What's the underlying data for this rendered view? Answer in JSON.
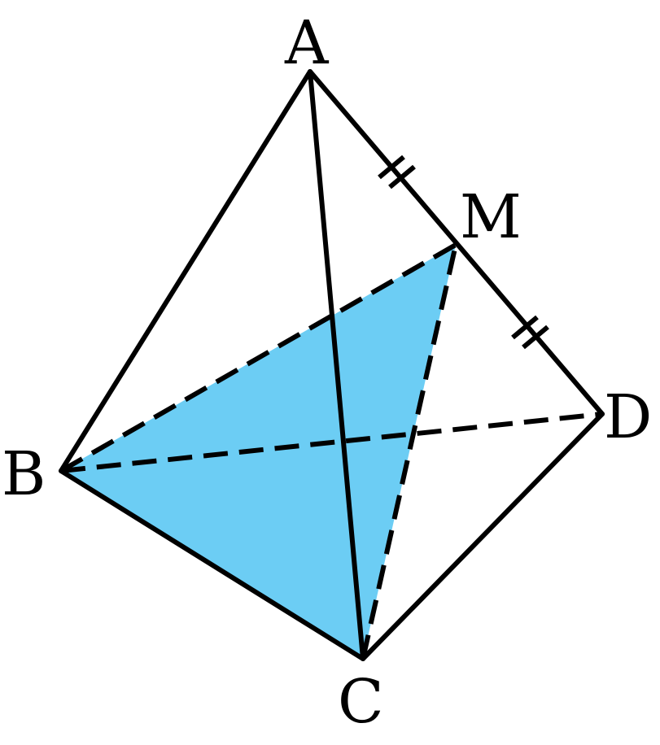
{
  "figure": {
    "type": "tetrahedron",
    "vertices": [
      "A",
      "B",
      "C",
      "D"
    ],
    "midpoint": {
      "name": "M",
      "segment": "AD",
      "equal_parts_mark": "double-tick"
    },
    "labels": {
      "A": "A",
      "B": "B",
      "C": "C",
      "D": "D",
      "M": "M"
    },
    "solid_edges": [
      "AB",
      "AC",
      "AD",
      "BC",
      "CD"
    ],
    "dashed_edges": [
      "BD",
      "BM",
      "CM"
    ],
    "shaded_section": [
      "B",
      "C",
      "M"
    ],
    "colors": {
      "section_fill": "#6CCDF4",
      "edge": "#000000",
      "background": "#FFFFFF"
    }
  }
}
